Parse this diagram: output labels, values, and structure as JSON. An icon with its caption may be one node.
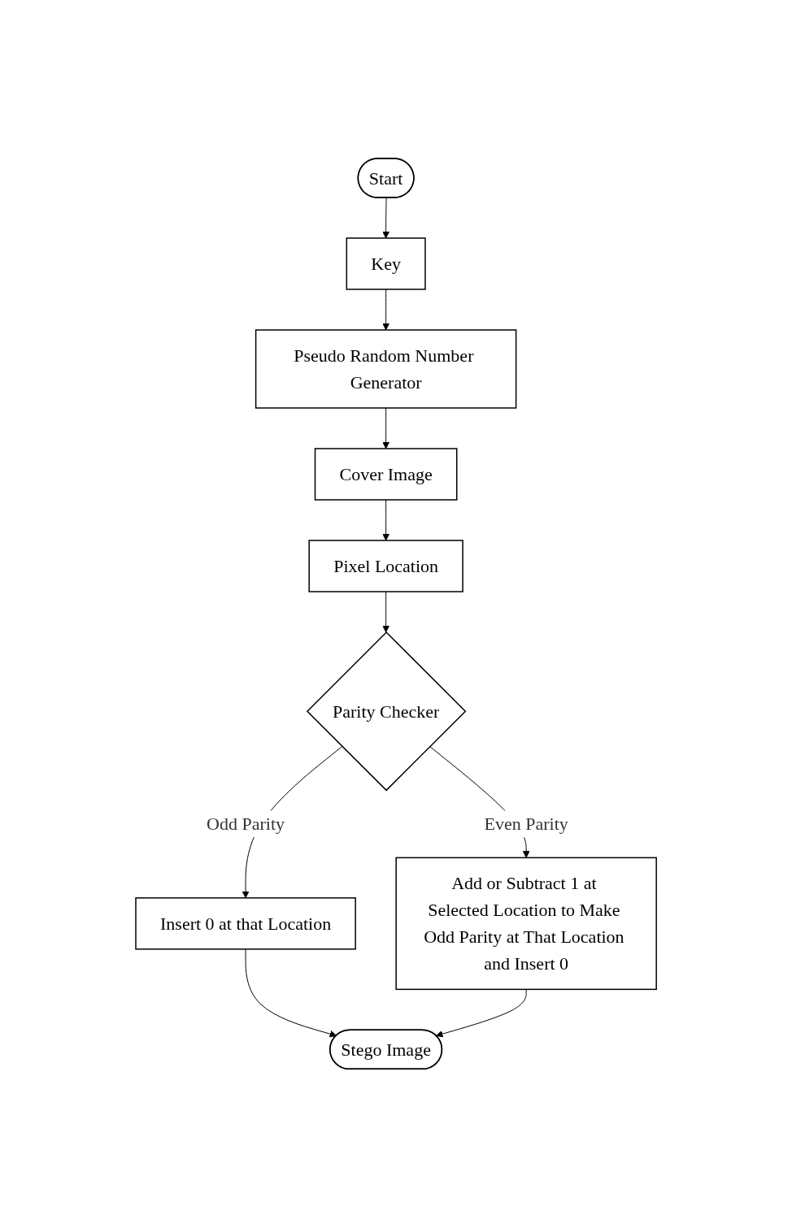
{
  "diagram": {
    "nodes": [
      {
        "text": [
          "Start"
        ]
      },
      {
        "text": [
          "Key"
        ]
      },
      {
        "text": [
          "Pseudo Random Number Generator"
        ]
      },
      {
        "text": [
          "Cover Image"
        ]
      },
      {
        "text": [
          "Pixel Location"
        ]
      },
      {
        "text": [
          "Parity Checker"
        ]
      },
      {
        "text": [
          "Insert 0 at that Location"
        ]
      },
      {
        "text": [
          "Add or Subtract 1 at Selected Location to Make Odd Parity at That Location and Insert 0"
        ]
      },
      {
        "text": [
          "Stego Image"
        ]
      }
    ],
    "edges": [
      {
        "from": 0,
        "to": 1,
        "arrow": "to"
      },
      {
        "from": 1,
        "to": 2,
        "arrow": "to"
      },
      {
        "from": 2,
        "to": 3,
        "arrow": "to"
      },
      {
        "from": 3,
        "to": 4,
        "arrow": "to"
      },
      {
        "from": 4,
        "to": 5,
        "arrow": "to"
      },
      {
        "from": 5,
        "to": 6,
        "arrow": "to",
        "label": "Odd Parity"
      },
      {
        "from": 5,
        "to": 7,
        "arrow": "to",
        "label": "Even Parity"
      },
      {
        "from": 6,
        "to": 8,
        "arrow": "to"
      },
      {
        "from": 7,
        "to": 8,
        "arrow": "to"
      }
    ]
  }
}
